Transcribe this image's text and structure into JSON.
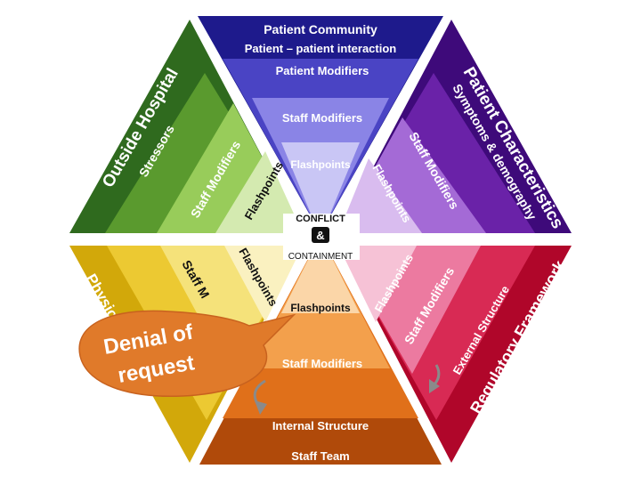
{
  "colors": {
    "top_dark": "#1e1a8c",
    "top_mid": "#4a44c4",
    "top_light": "#8a84e6",
    "top_pale": "#c9c6f5",
    "tr_dark": "#3e0a7a",
    "tr_mid": "#6a22a8",
    "tr_light": "#a46ad6",
    "tr_pale": "#d9bcef",
    "tl_dark": "#2f6a1e",
    "tl_mid": "#5a9a2e",
    "tl_light": "#98cc5a",
    "tl_pale": "#d4eab0",
    "br_dark": "#b0062a",
    "br_mid": "#d82a54",
    "br_light": "#ec7aa0",
    "br_pale": "#f6c2d6",
    "bl_dark": "#d2a80a",
    "bl_mid": "#ecc932",
    "bl_light": "#f5e27a",
    "bl_pale": "#faf1c0",
    "bot_dark": "#b04a0a",
    "bot_mid": "#e0701a",
    "bot_light": "#f3a04c",
    "bot_pale": "#fbd6a8",
    "callout": "#e07a2a"
  },
  "top": {
    "title": "Patient Community",
    "subtitle": "Patient – patient interaction",
    "modifiers": "Patient Modifiers",
    "staff_modifiers": "Staff Modifiers",
    "flashpoints": "Flashpoints"
  },
  "top_right": {
    "outer_line1": "Patient Characteristics",
    "outer_line2": "Symptoms & demography",
    "staff_modifiers": "Staff Modifiers",
    "flashpoints": "Flashpoints"
  },
  "top_left": {
    "outer": "Outside Hospital",
    "stressors": "Stressors",
    "staff_modifiers": "Staff Modifiers",
    "flashpoints": "Flashpoints"
  },
  "bottom_right": {
    "outer": "Regulatory Framework",
    "external": "External Structure",
    "staff_modifiers": "Staff Modifiers",
    "flashpoints": "Flashpoints"
  },
  "bottom_left": {
    "outer": "Physic",
    "staff_modifiers": "Staff M",
    "flashpoints": "Flashpoints"
  },
  "bottom": {
    "flashpoints": "Flashpoints",
    "staff_modifiers": "Staff Modifiers",
    "internal": "Internal Structure",
    "team": "Staff Team"
  },
  "center": {
    "conflict": "CONFLICT",
    "amp": "&",
    "containment": "CONTAINMENT"
  },
  "callout": {
    "line1": "Denial of",
    "line2": "request"
  }
}
